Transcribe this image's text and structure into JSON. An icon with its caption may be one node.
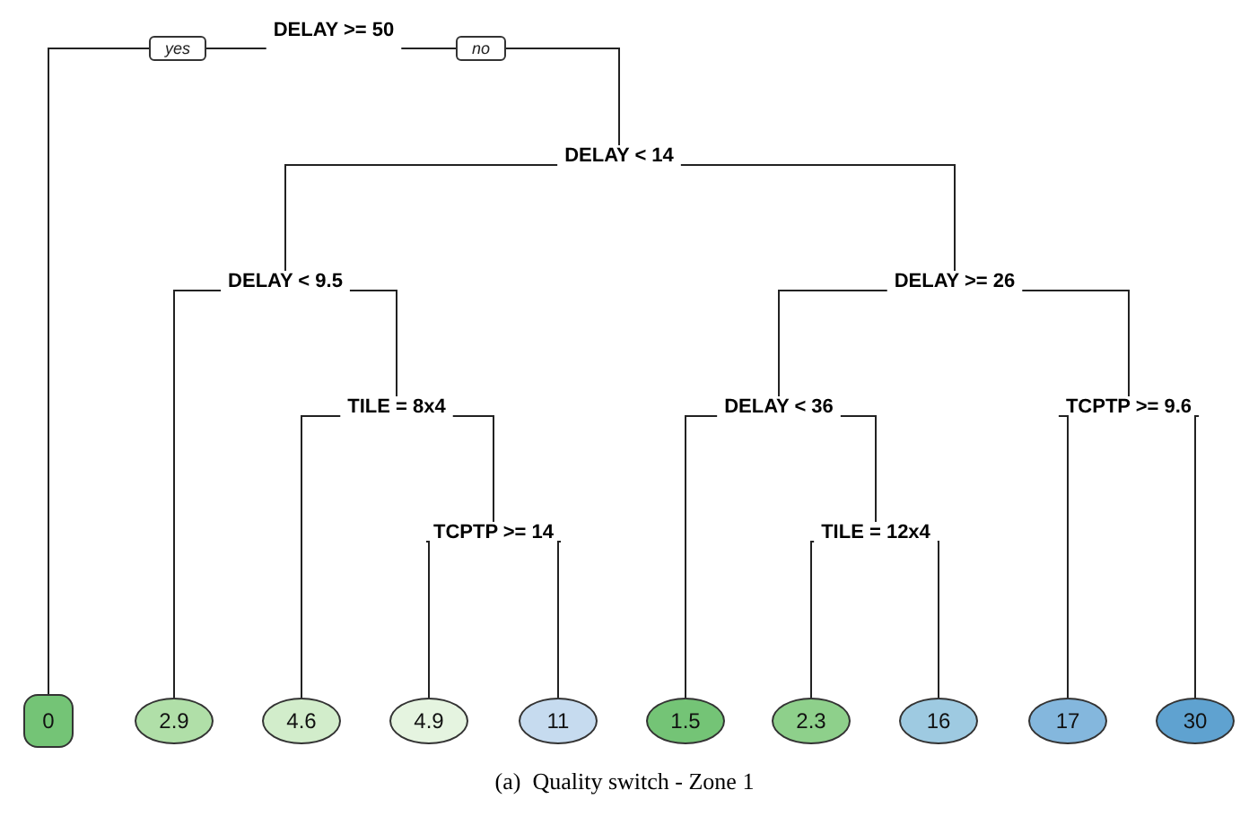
{
  "diagram": {
    "caption": "(a)  Quality switch - Zone 1",
    "nodes": [
      {
        "text": [
          "DELAY >= 50"
        ]
      },
      {
        "text": [
          "0"
        ]
      },
      {
        "text": [
          "DELAY < 14"
        ]
      },
      {
        "text": [
          "DELAY < 9.5"
        ]
      },
      {
        "text": [
          "DELAY >= 26"
        ]
      },
      {
        "text": [
          "2.9"
        ]
      },
      {
        "text": [
          "TILE = 8x4"
        ]
      },
      {
        "text": [
          "4.6"
        ]
      },
      {
        "text": [
          "TCPTP >= 14"
        ]
      },
      {
        "text": [
          "4.9"
        ]
      },
      {
        "text": [
          "11"
        ]
      },
      {
        "text": [
          "DELAY < 36"
        ]
      },
      {
        "text": [
          "TCPTP >= 9.6"
        ]
      },
      {
        "text": [
          "1.5"
        ]
      },
      {
        "text": [
          "TILE = 12x4"
        ]
      },
      {
        "text": [
          "2.3"
        ]
      },
      {
        "text": [
          "16"
        ]
      },
      {
        "text": [
          "17"
        ]
      },
      {
        "text": [
          "30"
        ]
      }
    ],
    "edges": [
      {
        "from": 0,
        "to": 1,
        "arrow": "none",
        "label": "yes"
      },
      {
        "from": 0,
        "to": 2,
        "arrow": "none",
        "label": "no"
      },
      {
        "from": 2,
        "to": 3,
        "arrow": "none"
      },
      {
        "from": 2,
        "to": 4,
        "arrow": "none"
      },
      {
        "from": 3,
        "to": 5,
        "arrow": "none"
      },
      {
        "from": 3,
        "to": 6,
        "arrow": "none"
      },
      {
        "from": 6,
        "to": 7,
        "arrow": "none"
      },
      {
        "from": 6,
        "to": 8,
        "arrow": "none"
      },
      {
        "from": 8,
        "to": 9,
        "arrow": "none"
      },
      {
        "from": 8,
        "to": 10,
        "arrow": "none"
      },
      {
        "from": 4,
        "to": 11,
        "arrow": "none"
      },
      {
        "from": 4,
        "to": 12,
        "arrow": "none"
      },
      {
        "from": 11,
        "to": 13,
        "arrow": "none"
      },
      {
        "from": 11,
        "to": 14,
        "arrow": "none"
      },
      {
        "from": 14,
        "to": 15,
        "arrow": "none"
      },
      {
        "from": 14,
        "to": 16,
        "arrow": "none"
      },
      {
        "from": 12,
        "to": 17,
        "arrow": "none"
      },
      {
        "from": 12,
        "to": 18,
        "arrow": "none"
      }
    ]
  }
}
